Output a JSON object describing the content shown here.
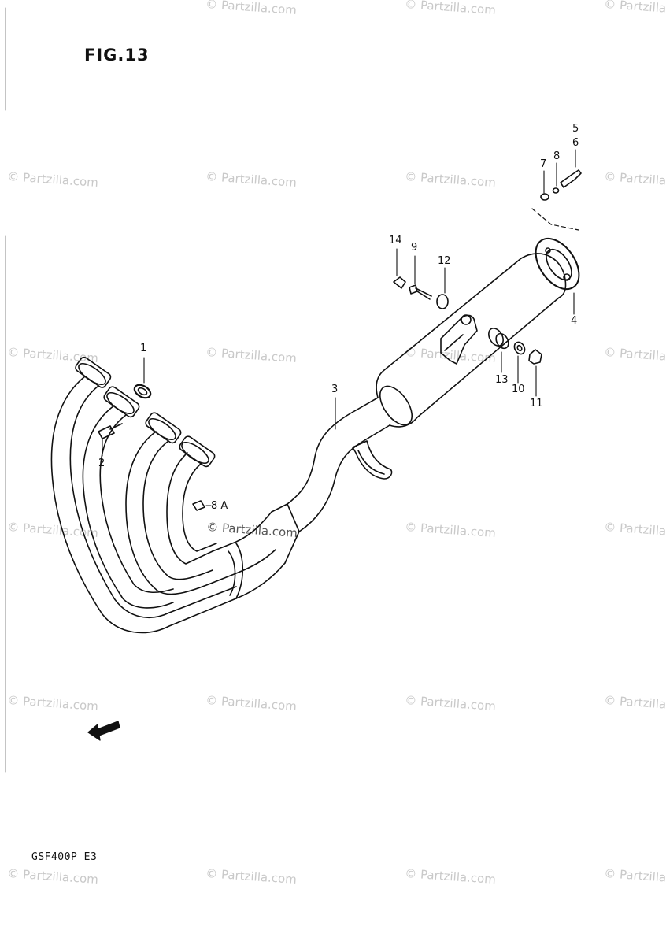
{
  "figure": {
    "title": "FIG.13",
    "model_code": "GSF400P  E3",
    "front_arrow_label": "FWD"
  },
  "callouts": [
    {
      "id": "c1",
      "text": "1"
    },
    {
      "id": "c2",
      "text": "2"
    },
    {
      "id": "c3",
      "text": "3"
    },
    {
      "id": "c4",
      "text": "4"
    },
    {
      "id": "c5",
      "text": "5"
    },
    {
      "id": "c6",
      "text": "6"
    },
    {
      "id": "c7",
      "text": "7"
    },
    {
      "id": "c8",
      "text": "8"
    },
    {
      "id": "c8a",
      "text": "8 A"
    },
    {
      "id": "c9",
      "text": "9"
    },
    {
      "id": "c10",
      "text": "10"
    },
    {
      "id": "c11",
      "text": "11"
    },
    {
      "id": "c12",
      "text": "12"
    },
    {
      "id": "c13",
      "text": "13"
    },
    {
      "id": "c14",
      "text": "14"
    }
  ],
  "watermark": {
    "text": "© Partzilla.com"
  }
}
